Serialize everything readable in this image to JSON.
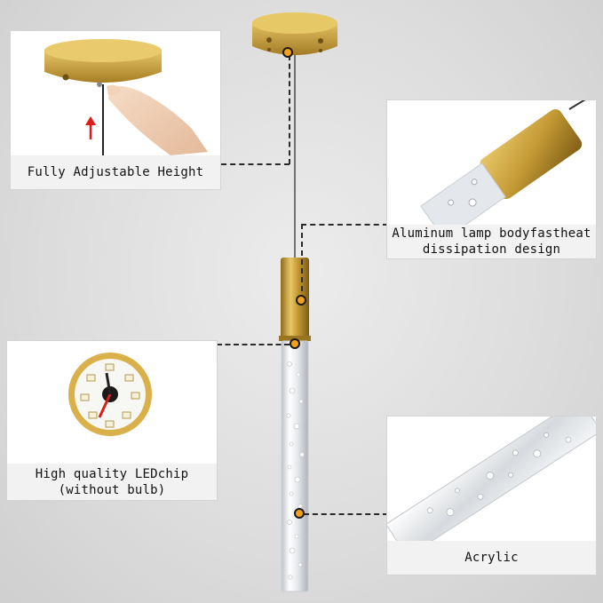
{
  "callouts": {
    "height": {
      "label": "Fully Adjustable Height"
    },
    "body": {
      "label": "Aluminum lamp bodyfastheat dissipation design"
    },
    "led": {
      "label": "High quality LEDchip (without bulb)"
    },
    "acrylic": {
      "label": "Acrylic"
    }
  },
  "colors": {
    "gold": "#c9a13b",
    "marker": "#f0a21a",
    "dash": "#2a2a2a",
    "caption_bg": "#f2f2f2"
  }
}
